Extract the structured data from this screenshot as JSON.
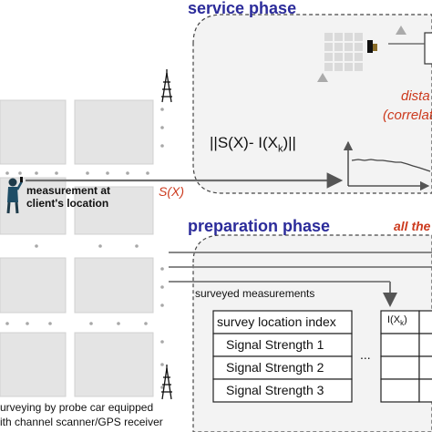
{
  "service_phase": {
    "title": "service phase",
    "distance_label": "dista",
    "correlation_label": "(correlat",
    "formula_label": "||S(X)- I(X",
    "formula_sub": "k",
    "formula_tail": ")||"
  },
  "client": {
    "measurement_label_line1": "measurement at",
    "measurement_label_line2": "client's location",
    "signal_label": "S(X)"
  },
  "preparation_phase": {
    "title": "preparation phase",
    "all_the_label": "all the",
    "surveyed_label": "surveyed measurements",
    "table": {
      "rows": [
        "survey location index",
        "Signal Strength 1",
        "Signal Strength 2",
        "Signal Strength 3"
      ],
      "ellipsis": "...",
      "col_header_main": "I(X",
      "col_header_sub": "k",
      "col_header_tail": ")"
    }
  },
  "probe_caption": {
    "line1": "urveying by probe car equipped",
    "line2": "ith channel scanner/GPS receiver"
  },
  "colors": {
    "phase_title": "#2b2b9a",
    "annotation_red": "#cc3a1e",
    "panel_fill": "#f2f2f2",
    "block_fill": "#e2e2e2",
    "arrow_gray": "#707070"
  }
}
